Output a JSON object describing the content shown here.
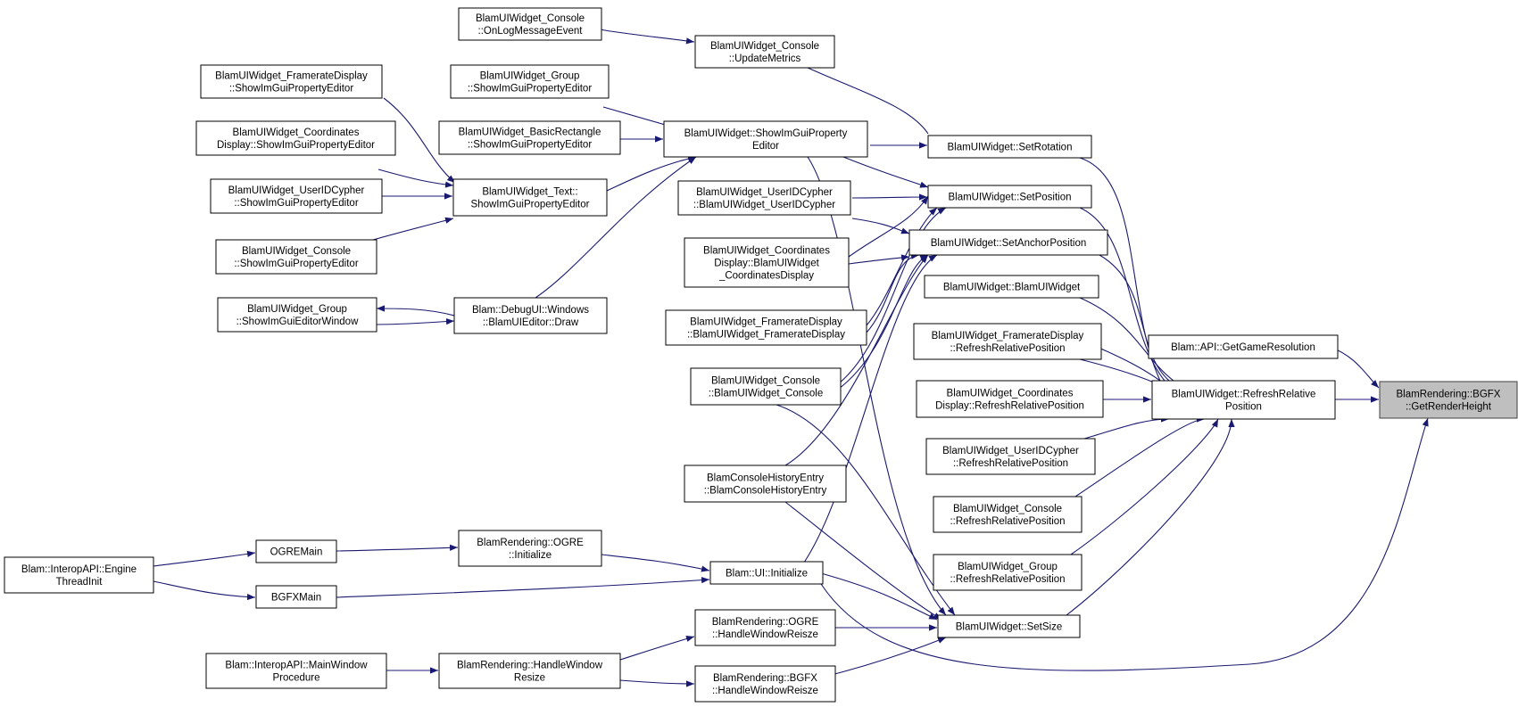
{
  "diagram": {
    "title": "",
    "colors": {
      "edge": "#191970",
      "node_fill": "#ffffff",
      "node_border": "#000000",
      "root_fill": "#bfbfbf"
    },
    "nodes": {
      "console_onlog": [
        "BlamUIWidget_Console",
        "::OnLogMessageEvent"
      ],
      "console_updatemetrics": [
        "BlamUIWidget_Console",
        "::UpdateMetrics"
      ],
      "framerate_showimgui": [
        "BlamUIWidget_FramerateDisplay",
        "::ShowImGuiPropertyEditor"
      ],
      "group_showimgui": [
        "BlamUIWidget_Group",
        "::ShowImGuiPropertyEditor"
      ],
      "coords_showimgui": [
        "BlamUIWidget_Coordinates",
        "Display::ShowImGuiPropertyEditor"
      ],
      "basicrect_showimgui": [
        "BlamUIWidget_BasicRectangle",
        "::ShowImGuiPropertyEditor"
      ],
      "widget_showimgui": [
        "BlamUIWidget::ShowImGuiProperty",
        "Editor"
      ],
      "setrotation": [
        "BlamUIWidget::SetRotation"
      ],
      "useridcypher_showimgui": [
        "BlamUIWidget_UserIDCypher",
        "::ShowImGuiPropertyEditor"
      ],
      "text_showimgui": [
        "BlamUIWidget_Text::",
        "ShowImGuiPropertyEditor"
      ],
      "useridcypher_ctor": [
        "BlamUIWidget_UserIDCypher",
        "::BlamUIWidget_UserIDCypher"
      ],
      "setposition": [
        "BlamUIWidget::SetPosition"
      ],
      "setanchorposition": [
        "BlamUIWidget::SetAnchorPosition"
      ],
      "console_showimgui": [
        "BlamUIWidget_Console",
        "::ShowImGuiPropertyEditor"
      ],
      "coords_ctor": [
        "BlamUIWidget_Coordinates",
        "Display::BlamUIWidget",
        "_CoordinatesDisplay"
      ],
      "widget_ctor": [
        "BlamUIWidget::BlamUIWidget"
      ],
      "group_showeditor": [
        "BlamUIWidget_Group",
        "::ShowImGuiEditorWindow"
      ],
      "debugui_draw": [
        "Blam::DebugUI::Windows",
        "::BlamUIEditor::Draw"
      ],
      "framerate_ctor": [
        "BlamUIWidget_FramerateDisplay",
        "::BlamUIWidget_FramerateDisplay"
      ],
      "framerate_refresh": [
        "BlamUIWidget_FramerateDisplay",
        "::RefreshRelativePosition"
      ],
      "getgameresolution": [
        "Blam::API::GetGameResolution"
      ],
      "console_ctor": [
        "BlamUIWidget_Console",
        "::BlamUIWidget_Console"
      ],
      "coords_refresh": [
        "BlamUIWidget_Coordinates",
        "Display::RefreshRelativePosition"
      ],
      "widget_refresh": [
        "BlamUIWidget::RefreshRelative",
        "Position"
      ],
      "bgfx_getrenderheight": [
        "BlamRendering::BGFX",
        "::GetRenderHeight"
      ],
      "useridcypher_refresh": [
        "BlamUIWidget_UserIDCypher",
        "::RefreshRelativePosition"
      ],
      "history_ctor": [
        "BlamConsoleHistoryEntry",
        "::BlamConsoleHistoryEntry"
      ],
      "console_refresh": [
        "BlamUIWidget_Console",
        "::RefreshRelativePosition"
      ],
      "ogremain": [
        "OGREMain"
      ],
      "ogre_initialize": [
        "BlamRendering::OGRE",
        "::Initialize"
      ],
      "engine_threadinit": [
        "Blam::InteropAPI::Engine",
        "ThreadInit"
      ],
      "ui_initialize": [
        "Blam::UI::Initialize"
      ],
      "group_refresh": [
        "BlamUIWidget_Group",
        "::RefreshRelativePosition"
      ],
      "bgfxmain": [
        "BGFXMain"
      ],
      "ogre_handleresize": [
        "BlamRendering::OGRE",
        "::HandleWindowReisze"
      ],
      "setsize": [
        "BlamUIWidget::SetSize"
      ],
      "mainwindowprocedure": [
        "Blam::InteropAPI::MainWindow",
        "Procedure"
      ],
      "handlewindowresize": [
        "BlamRendering::HandleWindow",
        "Resize"
      ],
      "bgfx_handleresize": [
        "BlamRendering::BGFX",
        "::HandleWindowReisze"
      ]
    }
  }
}
